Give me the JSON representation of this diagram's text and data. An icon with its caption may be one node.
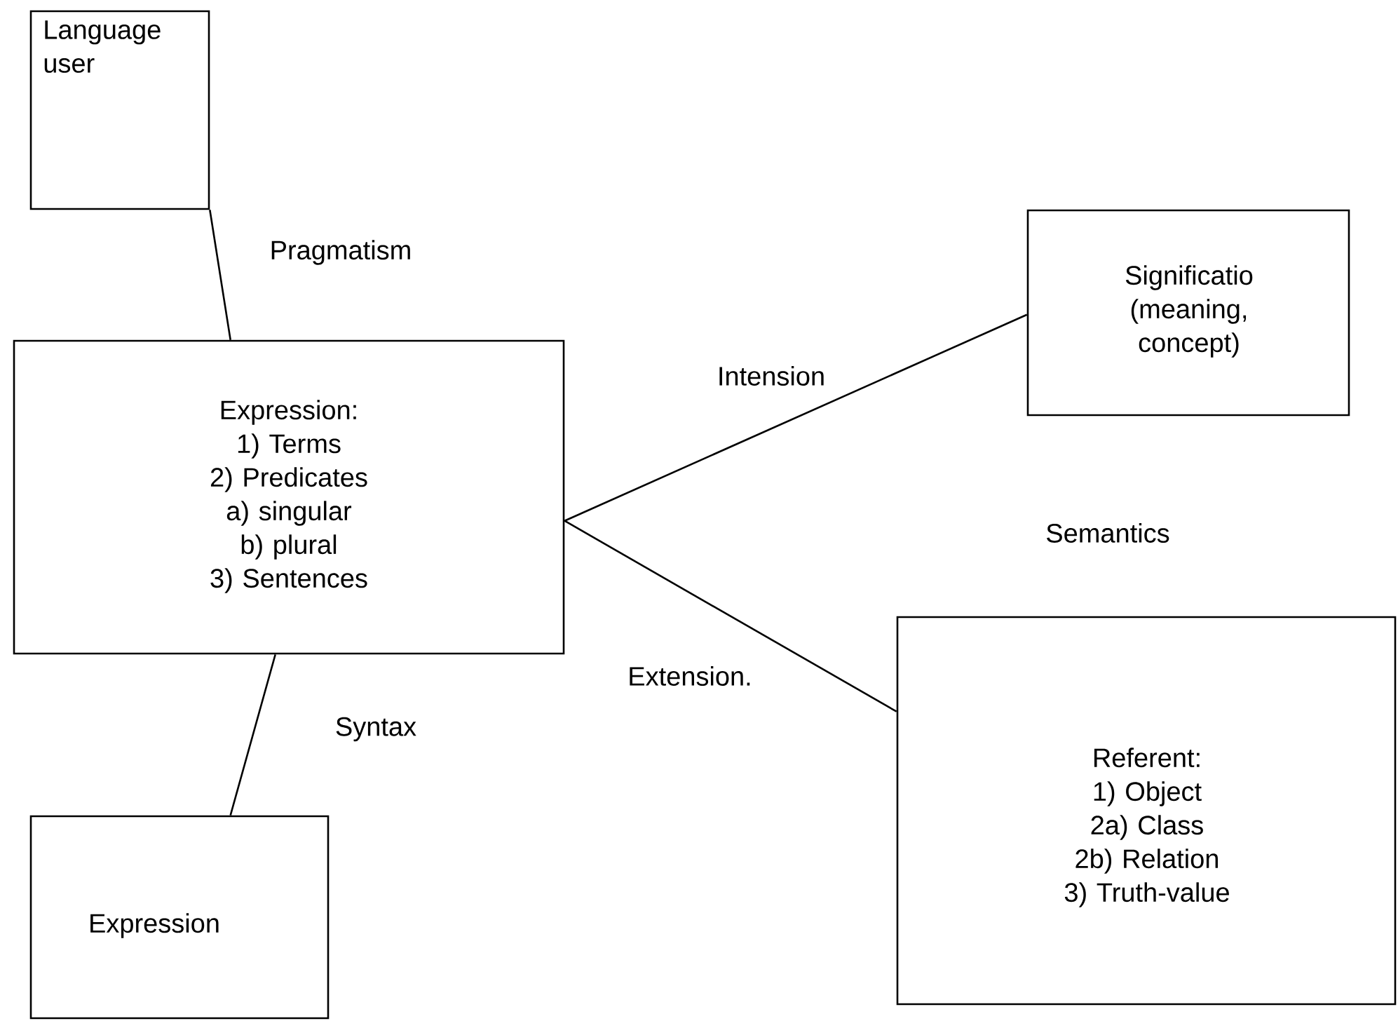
{
  "diagram": {
    "nodes": [
      {
        "text": [
          "Language user"
        ]
      },
      {
        "text": [
          "Expression:",
          "1) Terms",
          "2) Predicates",
          "a) singular",
          "b) plural",
          "3) Sentences"
        ]
      },
      {
        "text": [
          "Expression"
        ]
      },
      {
        "text": [
          "Significatio (meaning, concept)"
        ]
      },
      {
        "text": [
          "Referent:",
          "1) Object",
          "2a) Class",
          "2b) Relation",
          "3) Truth-value"
        ]
      }
    ],
    "edges": [
      {
        "from": 0,
        "to": 1,
        "arrow": "none",
        "label": "Pragmatism"
      },
      {
        "from": 1,
        "to": 3,
        "arrow": "none",
        "label": "Intension"
      },
      {
        "from": 1,
        "to": 4,
        "arrow": "none",
        "label": "Extension."
      },
      {
        "from": 1,
        "to": 2,
        "arrow": "none",
        "label": "Syntax"
      }
    ],
    "labels": [
      "Semantics"
    ]
  }
}
